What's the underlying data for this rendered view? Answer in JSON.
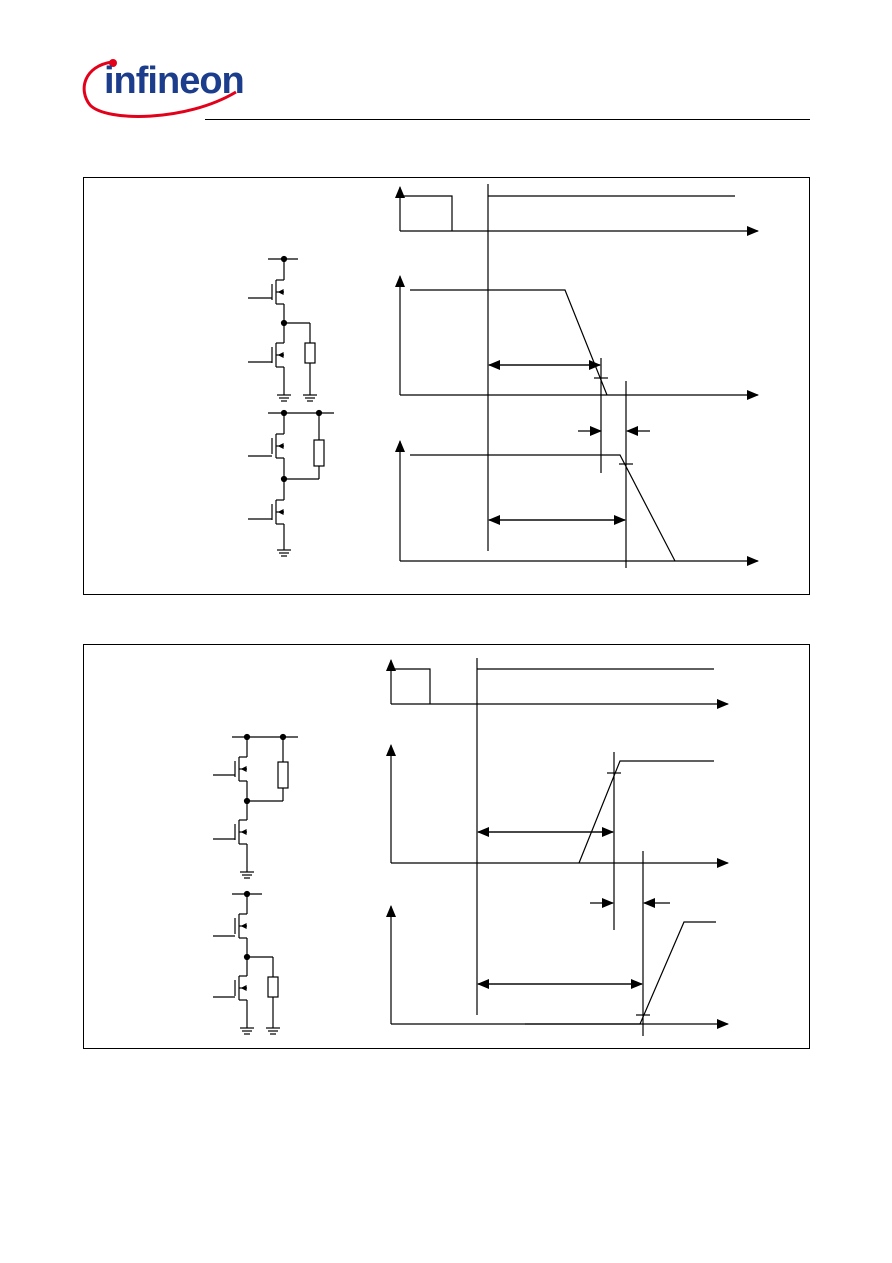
{
  "header": {
    "logo_text": "infineon",
    "brand_color": "#1c3c8c",
    "accent_color": "#e2001a"
  },
  "figures": [
    {
      "id": "switching-off-timing"
    },
    {
      "id": "switching-on-timing"
    }
  ]
}
